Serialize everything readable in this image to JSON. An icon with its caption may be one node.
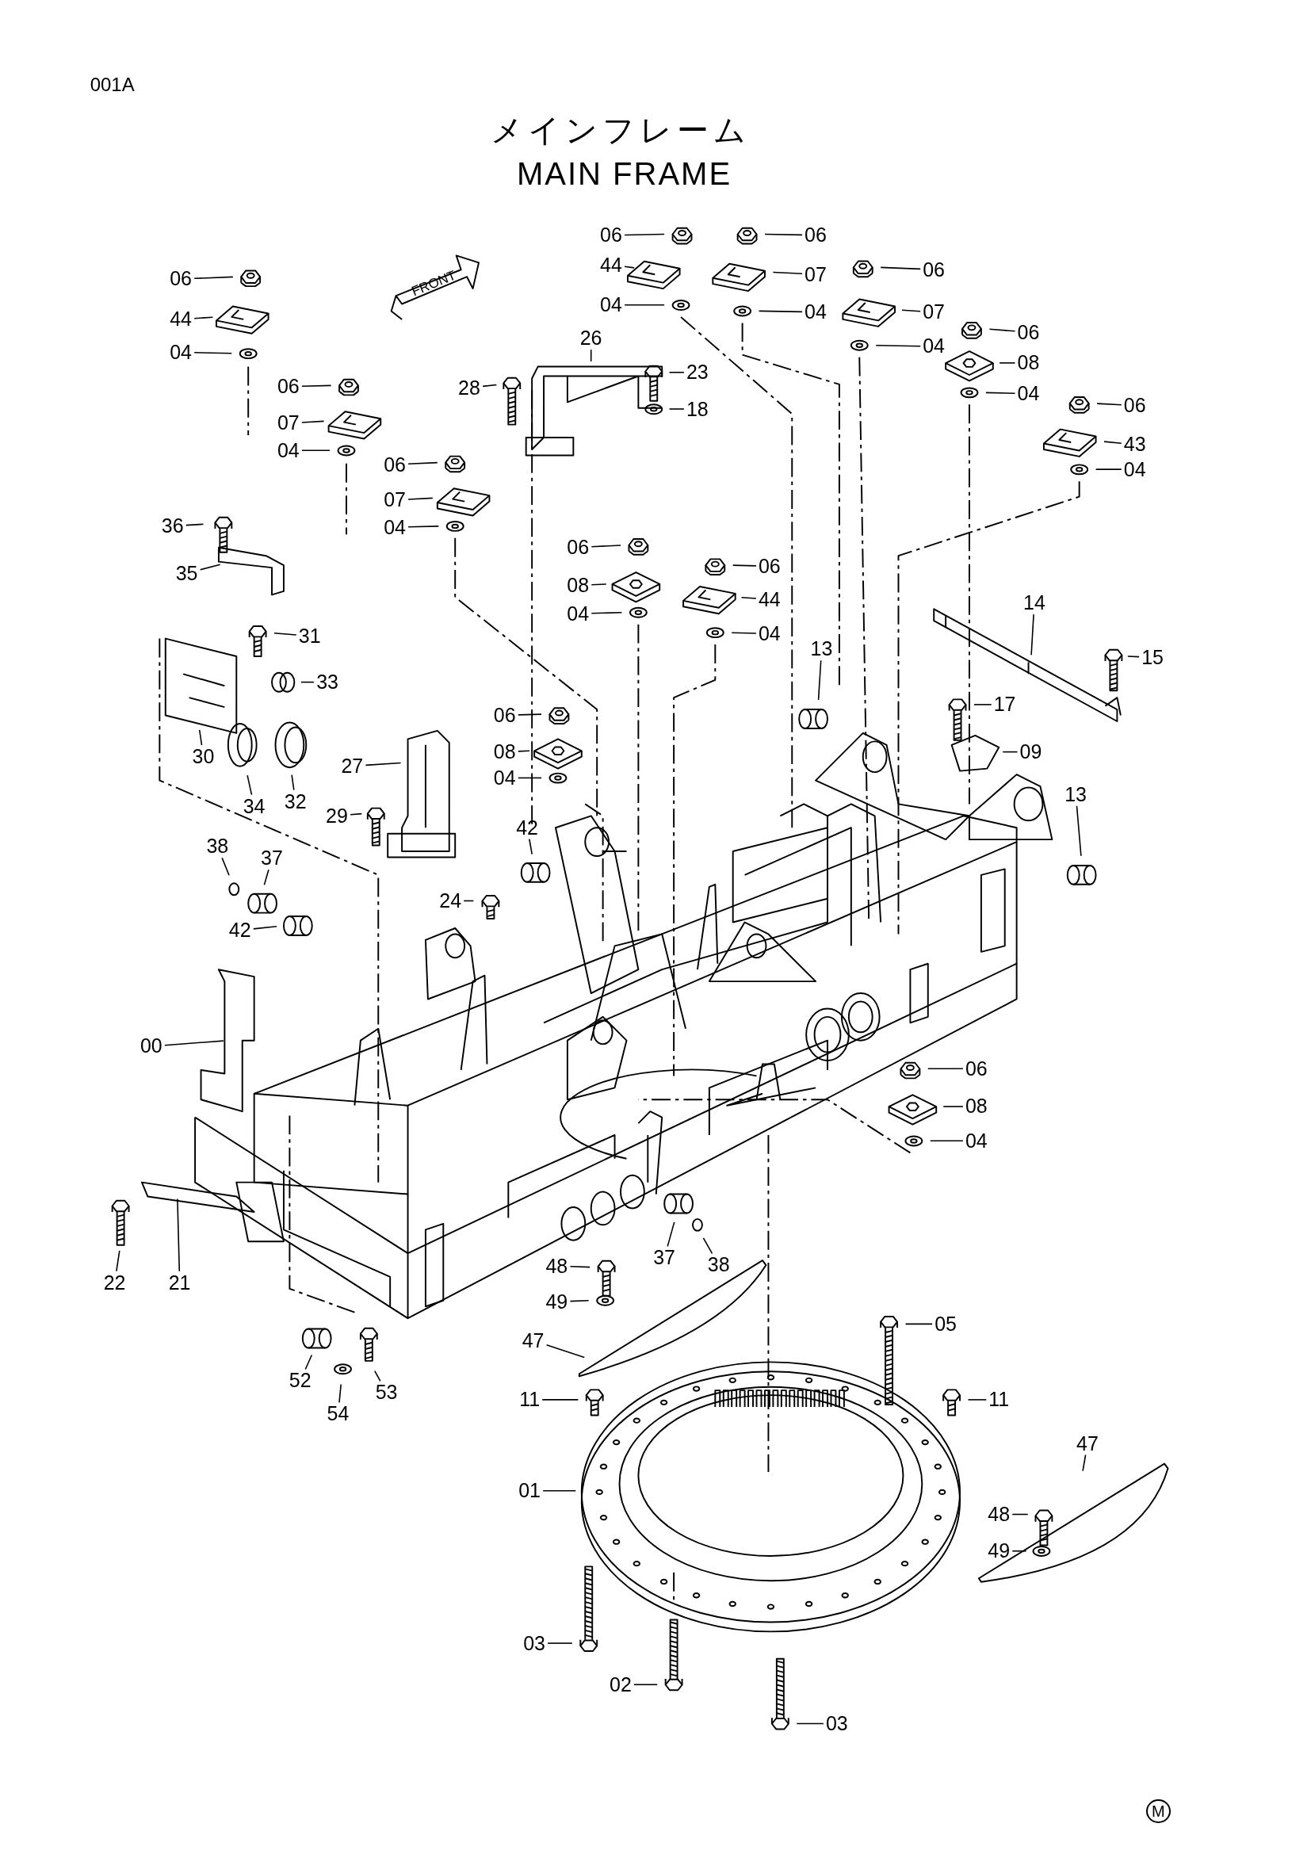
{
  "diagram": {
    "title": "メインフレーム",
    "nodes": [
      {
        "text": [
          "06"
        ]
      },
      {
        "text": [
          "44"
        ]
      },
      {
        "text": [
          "04"
        ]
      },
      {
        "text": [
          "06"
        ]
      },
      {
        "text": [
          "07"
        ]
      },
      {
        "text": [
          "04"
        ]
      },
      {
        "text": [
          "06"
        ]
      },
      {
        "text": [
          "07"
        ]
      },
      {
        "text": [
          "04"
        ]
      },
      {
        "text": [
          "06"
        ]
      },
      {
        "text": [
          "44"
        ]
      },
      {
        "text": [
          "04"
        ]
      },
      {
        "text": [
          "06"
        ]
      },
      {
        "text": [
          "07"
        ]
      },
      {
        "text": [
          "04"
        ]
      },
      {
        "text": [
          "06"
        ]
      },
      {
        "text": [
          "07"
        ]
      },
      {
        "text": [
          "04"
        ]
      },
      {
        "text": [
          "06"
        ]
      },
      {
        "text": [
          "08"
        ]
      },
      {
        "text": [
          "04"
        ]
      },
      {
        "text": [
          "06"
        ]
      },
      {
        "text": [
          "43"
        ]
      },
      {
        "text": [
          "04"
        ]
      },
      {
        "text": [
          "26"
        ]
      },
      {
        "text": [
          "28"
        ]
      },
      {
        "text": [
          "23"
        ]
      },
      {
        "text": [
          "18"
        ]
      },
      {
        "text": [
          "36"
        ]
      },
      {
        "text": [
          "35"
        ]
      },
      {
        "text": [
          "31"
        ]
      },
      {
        "text": [
          "33"
        ]
      },
      {
        "text": [
          "30"
        ]
      },
      {
        "text": [
          "34"
        ]
      },
      {
        "text": [
          "32"
        ]
      },
      {
        "text": [
          "06"
        ]
      },
      {
        "text": [
          "08"
        ]
      },
      {
        "text": [
          "04"
        ]
      },
      {
        "text": [
          "06"
        ]
      },
      {
        "text": [
          "44"
        ]
      },
      {
        "text": [
          "04"
        ]
      },
      {
        "text": [
          "14"
        ]
      },
      {
        "text": [
          "15"
        ]
      },
      {
        "text": [
          "13"
        ]
      },
      {
        "text": [
          "17"
        ]
      },
      {
        "text": [
          "09"
        ]
      },
      {
        "text": [
          "13"
        ]
      },
      {
        "text": [
          "06"
        ]
      },
      {
        "text": [
          "08"
        ]
      },
      {
        "text": [
          "04"
        ]
      },
      {
        "text": [
          "27"
        ]
      },
      {
        "text": [
          "29"
        ]
      },
      {
        "text": [
          "42"
        ]
      },
      {
        "text": [
          "38"
        ]
      },
      {
        "text": [
          "37"
        ]
      },
      {
        "text": [
          "24"
        ]
      },
      {
        "text": [
          "42"
        ]
      },
      {
        "text": [
          "00"
        ]
      },
      {
        "text": [
          "06"
        ]
      },
      {
        "text": [
          "08"
        ]
      },
      {
        "text": [
          "04"
        ]
      },
      {
        "text": [
          "22"
        ]
      },
      {
        "text": [
          "21"
        ]
      },
      {
        "text": [
          "37"
        ]
      },
      {
        "text": [
          "38"
        ]
      },
      {
        "text": [
          "48"
        ]
      },
      {
        "text": [
          "49"
        ]
      },
      {
        "text": [
          "47"
        ]
      },
      {
        "text": [
          "05"
        ]
      },
      {
        "text": [
          "52"
        ]
      },
      {
        "text": [
          "54"
        ]
      },
      {
        "text": [
          "53"
        ]
      },
      {
        "text": [
          "11"
        ]
      },
      {
        "text": [
          "11"
        ]
      },
      {
        "text": [
          "01"
        ]
      },
      {
        "text": [
          "47"
        ]
      },
      {
        "text": [
          "48"
        ]
      },
      {
        "text": [
          "49"
        ]
      },
      {
        "text": [
          "03"
        ]
      },
      {
        "text": [
          "02"
        ]
      },
      {
        "text": [
          "03"
        ]
      }
    ],
    "edges": [
      {
        "from": 0,
        "to": null,
        "arrow": "none"
      },
      {
        "from": 1,
        "to": null,
        "arrow": "none"
      },
      {
        "from": 2,
        "to": null,
        "arrow": "none"
      },
      {
        "from": 3,
        "to": null,
        "arrow": "none"
      },
      {
        "from": 4,
        "to": null,
        "arrow": "none"
      },
      {
        "from": 5,
        "to": null,
        "arrow": "none"
      },
      {
        "from": 6,
        "to": null,
        "arrow": "none"
      },
      {
        "from": 7,
        "to": null,
        "arrow": "none"
      },
      {
        "from": 8,
        "to": null,
        "arrow": "none"
      },
      {
        "from": 9,
        "to": null,
        "arrow": "none"
      },
      {
        "from": 10,
        "to": null,
        "arrow": "none"
      },
      {
        "from": 11,
        "to": null,
        "arrow": "none"
      },
      {
        "from": 12,
        "to": null,
        "arrow": "none"
      },
      {
        "from": 13,
        "to": null,
        "arrow": "none"
      },
      {
        "from": 14,
        "to": null,
        "arrow": "none"
      },
      {
        "from": 15,
        "to": null,
        "arrow": "none"
      },
      {
        "from": 16,
        "to": null,
        "arrow": "none"
      },
      {
        "from": 17,
        "to": null,
        "arrow": "none"
      },
      {
        "from": 18,
        "to": null,
        "arrow": "none"
      },
      {
        "from": 19,
        "to": null,
        "arrow": "none"
      },
      {
        "from": 20,
        "to": null,
        "arrow": "none"
      },
      {
        "from": 21,
        "to": null,
        "arrow": "none"
      },
      {
        "from": 22,
        "to": null,
        "arrow": "none"
      },
      {
        "from": 23,
        "to": null,
        "arrow": "none"
      },
      {
        "from": 24,
        "to": null,
        "arrow": "none"
      },
      {
        "from": 25,
        "to": null,
        "arrow": "none"
      },
      {
        "from": 26,
        "to": null,
        "arrow": "none"
      },
      {
        "from": 27,
        "to": null,
        "arrow": "none"
      },
      {
        "from": 28,
        "to": null,
        "arrow": "none"
      },
      {
        "from": 29,
        "to": null,
        "arrow": "none"
      },
      {
        "from": 30,
        "to": null,
        "arrow": "none"
      },
      {
        "from": 31,
        "to": null,
        "arrow": "none"
      },
      {
        "from": 32,
        "to": null,
        "arrow": "none"
      },
      {
        "from": 33,
        "to": null,
        "arrow": "none"
      },
      {
        "from": 34,
        "to": null,
        "arrow": "none"
      },
      {
        "from": 35,
        "to": null,
        "arrow": "none"
      },
      {
        "from": 36,
        "to": null,
        "arrow": "none"
      },
      {
        "from": 37,
        "to": null,
        "arrow": "none"
      },
      {
        "from": 38,
        "to": null,
        "arrow": "none"
      },
      {
        "from": 39,
        "to": null,
        "arrow": "none"
      },
      {
        "from": 40,
        "to": null,
        "arrow": "none"
      },
      {
        "from": 41,
        "to": null,
        "arrow": "none"
      },
      {
        "from": 42,
        "to": null,
        "arrow": "none"
      },
      {
        "from": 43,
        "to": null,
        "arrow": "none"
      },
      {
        "from": 44,
        "to": null,
        "arrow": "none"
      },
      {
        "from": 45,
        "to": null,
        "arrow": "none"
      },
      {
        "from": 46,
        "to": null,
        "arrow": "none"
      },
      {
        "from": 47,
        "to": null,
        "arrow": "none"
      },
      {
        "from": 48,
        "to": null,
        "arrow": "none"
      },
      {
        "from": 49,
        "to": null,
        "arrow": "none"
      },
      {
        "from": 50,
        "to": null,
        "arrow": "none"
      },
      {
        "from": 51,
        "to": null,
        "arrow": "none"
      },
      {
        "from": 52,
        "to": null,
        "arrow": "none"
      },
      {
        "from": 53,
        "to": null,
        "arrow": "none"
      },
      {
        "from": 54,
        "to": null,
        "arrow": "none"
      },
      {
        "from": 55,
        "to": null,
        "arrow": "none"
      },
      {
        "from": 56,
        "to": null,
        "arrow": "none"
      },
      {
        "from": 57,
        "to": null,
        "arrow": "none"
      },
      {
        "from": 58,
        "to": null,
        "arrow": "none"
      },
      {
        "from": 59,
        "to": null,
        "arrow": "none"
      },
      {
        "from": 60,
        "to": null,
        "arrow": "none"
      },
      {
        "from": 61,
        "to": null,
        "arrow": "none"
      },
      {
        "from": 62,
        "to": null,
        "arrow": "none"
      },
      {
        "from": 63,
        "to": null,
        "arrow": "none"
      },
      {
        "from": 64,
        "to": null,
        "arrow": "none"
      },
      {
        "from": 65,
        "to": null,
        "arrow": "none"
      },
      {
        "from": 66,
        "to": null,
        "arrow": "none"
      },
      {
        "from": 67,
        "to": null,
        "arrow": "none"
      },
      {
        "from": 68,
        "to": null,
        "arrow": "none"
      },
      {
        "from": 69,
        "to": null,
        "arrow": "none"
      },
      {
        "from": 70,
        "to": null,
        "arrow": "none"
      },
      {
        "from": 71,
        "to": null,
        "arrow": "none"
      },
      {
        "from": 72,
        "to": null,
        "arrow": "none"
      },
      {
        "from": 73,
        "to": null,
        "arrow": "none"
      },
      {
        "from": 74,
        "to": null,
        "arrow": "none"
      },
      {
        "from": 75,
        "to": null,
        "arrow": "none"
      },
      {
        "from": 76,
        "to": null,
        "arrow": "none"
      },
      {
        "from": 77,
        "to": null,
        "arrow": "none"
      },
      {
        "from": 78,
        "to": null,
        "arrow": "none"
      },
      {
        "from": 79,
        "to": null,
        "arrow": "none"
      },
      {
        "from": 80,
        "to": null,
        "arrow": "none"
      }
    ],
    "labels": [
      "001A",
      "MAIN FRAME",
      "FRONT",
      "M"
    ]
  }
}
